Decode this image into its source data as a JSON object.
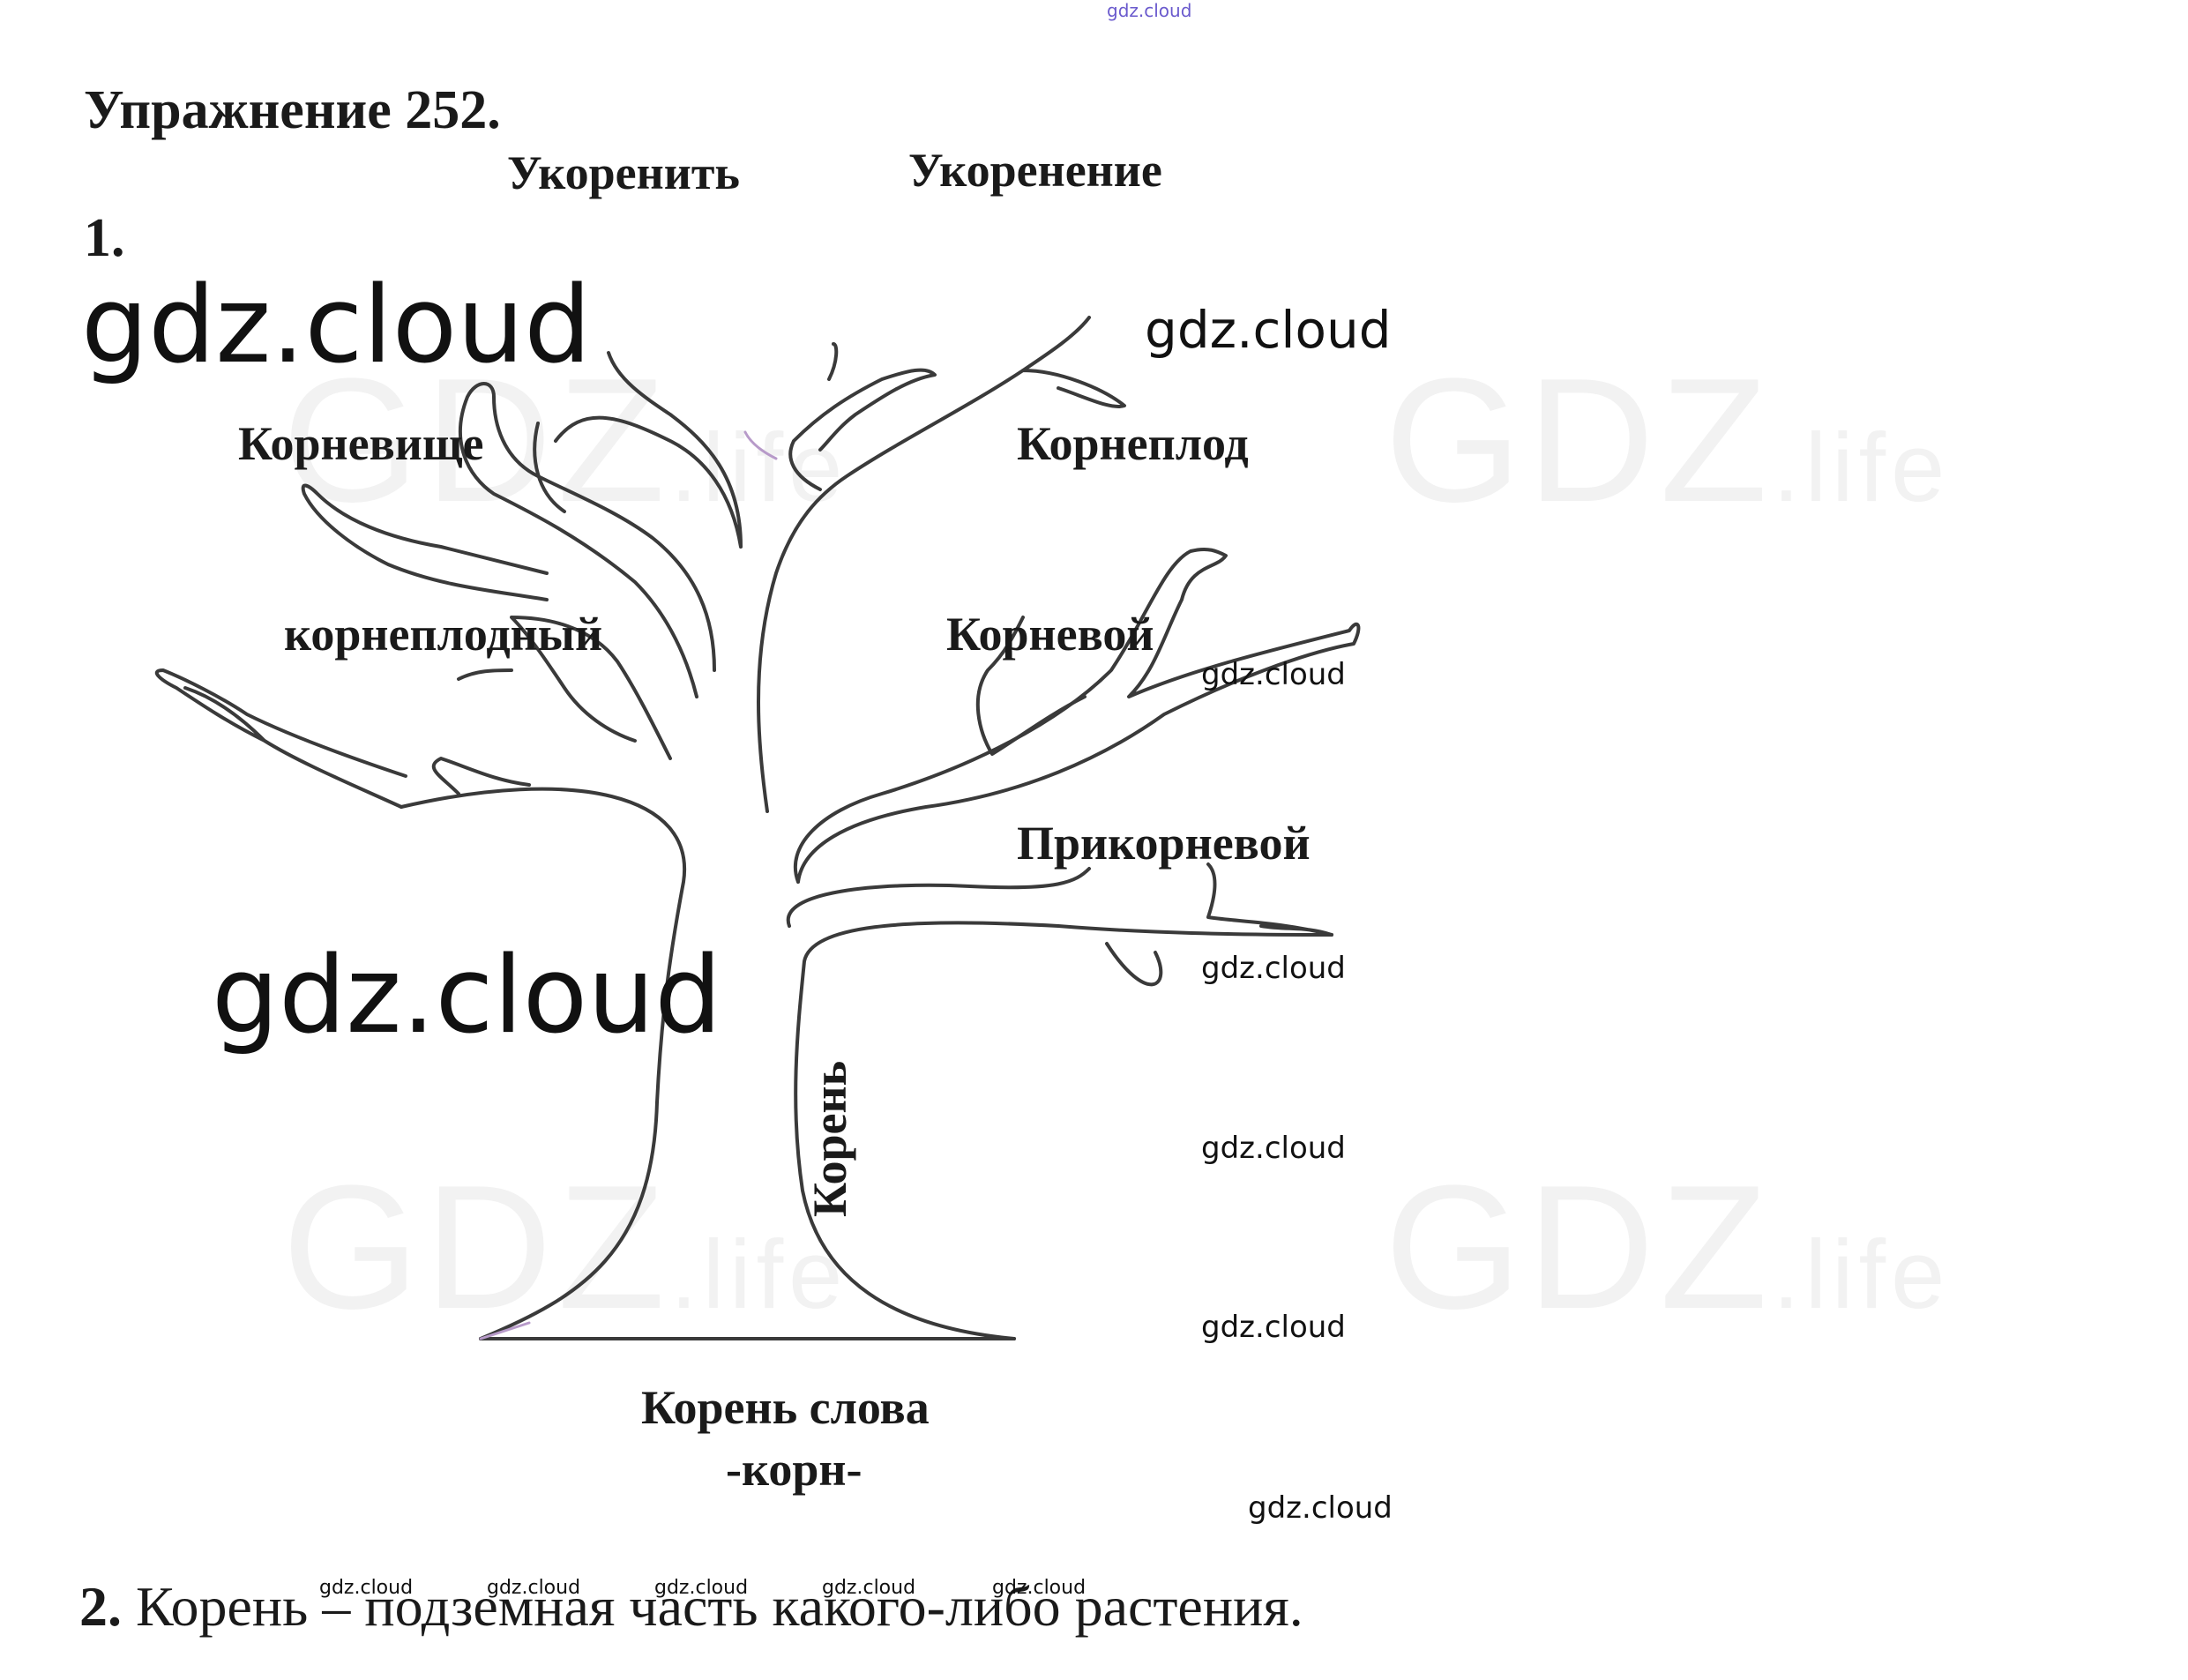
{
  "top_watermark": "gdz.cloud",
  "exercise_title": "Упражнение 252.",
  "part1_label": "1.",
  "part2": {
    "label": "2.",
    "text": "Корень – подземная часть какого-либо растения."
  },
  "tree_words": {
    "ukorenit": "Укоренить",
    "ukorenenie": "Укоренение",
    "kornevishche": "Корневище",
    "korneplod": "Корнеплод",
    "korneplodny": "корнеплодный",
    "kornevoy": "Корневой",
    "prikornevoy": "Прикорневой",
    "koren": "Корень",
    "root_caption_line1": "Корень слова",
    "root_caption_line2": "-корн-"
  },
  "watermarks": {
    "large": "gdz.cloud",
    "medium": "gdz.cloud",
    "small": "gdz.cloud",
    "ghost_main": "GDZ",
    "ghost_suffix": ".life"
  },
  "colors": {
    "text": "#1a1a1a",
    "tree_outline": "#3a3a3a",
    "tree_highlight": "#b79ac9",
    "top_watermark": "#6a5acd"
  }
}
